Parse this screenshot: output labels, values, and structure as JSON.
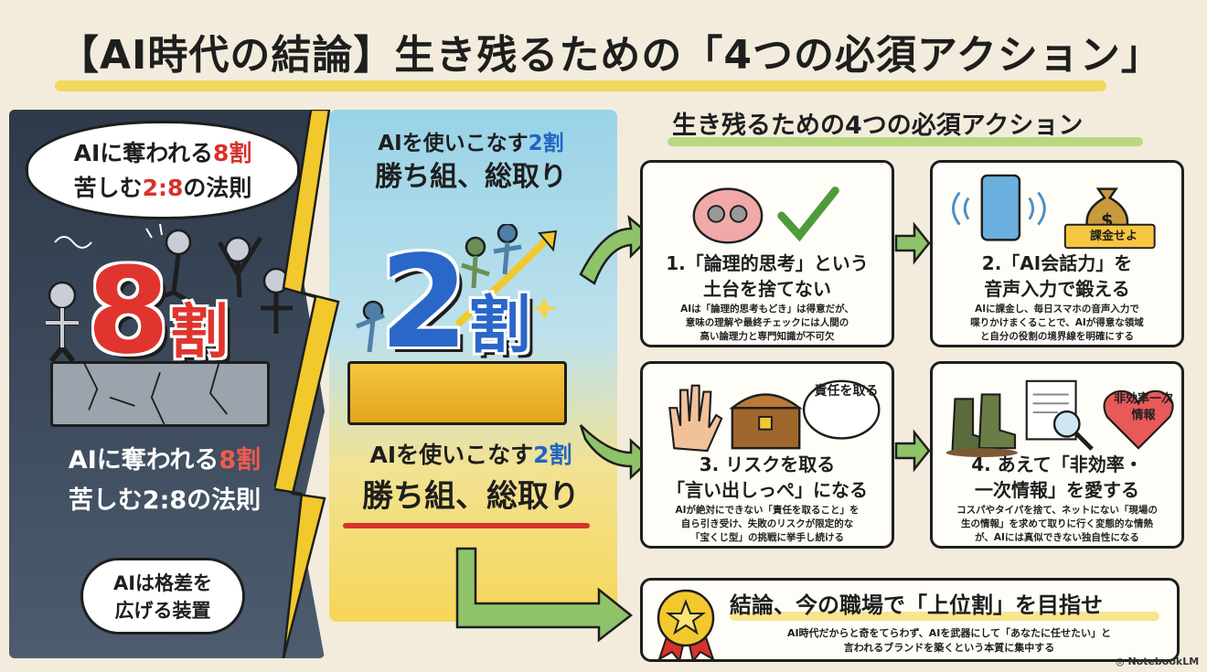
{
  "title": "【AI時代の結論】生き残るための「4つの必須アクション」",
  "left": {
    "bubble_line1_pre": "AIに奪われる",
    "bubble_line1_red": "8割",
    "bubble_line2_pre": "苦しむ",
    "bubble_line2_red": "2:8",
    "bubble_line2_post": "の法則",
    "big_number": "8",
    "big_unit": "割",
    "caption_line1_pre": "AIに奪われる",
    "caption_line1_red": "8割",
    "caption_line2": "苦しむ2:8の法則",
    "pill_line1": "AIは格差を",
    "pill_line2": "広げる装置"
  },
  "middle": {
    "top_line1_pre": "AIを使いこなす",
    "top_line1_blue": "2割",
    "top_line2": "勝ち組、総取り",
    "big_number": "2",
    "big_unit": "割",
    "caption_line1_pre": "AIを使いこなす",
    "caption_line1_blue": "2割",
    "caption_line2": "勝ち組、総取り"
  },
  "actions": {
    "heading": "生き残るための4つの必須アクション",
    "items": [
      {
        "title_line1": "1.「論理的思考」という",
        "title_line2": "土台を捨てない",
        "body": [
          "AIは「論理的思考もどき」は得意だが、",
          "意味の理解や最終チェックには人間の",
          "高い論理力と専門知識が不可欠"
        ]
      },
      {
        "title_line1": "2.「AI会話力」を",
        "title_line2": "音声入力で鍛える",
        "badge": "課金せよ",
        "body": [
          "AIに課金し、毎日スマホの音声入力で",
          "喋りかけまくることで、AIが得意な領域",
          "と自分の役割の境界線を明確にする"
        ]
      },
      {
        "title_line1": "3. リスクを取る",
        "title_line2": "「言い出しっぺ」になる",
        "badge": "責任を取る",
        "body": [
          "AIが絶対にできない「責任を取ること」を",
          "自ら引き受け、失敗のリスクが限定的な",
          "「宝くじ型」の挑戦に挙手し続ける"
        ]
      },
      {
        "title_line1": "4. あえて「非効率・",
        "title_line2": "一次情報」を愛する",
        "badge": "非効率一次情報",
        "body": [
          "コスパやタイパを捨て、ネットにない「現場の",
          "生の情報」を求めて取りに行く変態的な情熱",
          "が、AIには真似できない独自性になる"
        ]
      }
    ],
    "conclusion": {
      "title": "結論、今の職場で「上位割」を目指せ",
      "body": [
        "AI時代だからと奇をてらわず、AIを武器にして「あなたに任せたい」と",
        "言われるブランドを築くという本質に集中する"
      ]
    }
  },
  "brand": "NotebookLM",
  "colors": {
    "background": "#f3ecdc",
    "dark_panel": "#2e3a49",
    "red_accent": "#d7322b",
    "blue_accent": "#2066c4",
    "gold": "#f2d548",
    "arrow_green": "#8fc36a"
  },
  "icons": [
    "brain-gears-icon",
    "checkmark-icon",
    "smartphone-icon",
    "money-bag-icon",
    "hand-icon",
    "treasure-chest-icon",
    "boots-icon",
    "notes-magnifier-icon",
    "heart-icon",
    "award-medal-icon",
    "lightning-icon",
    "notebooklm-logo-icon"
  ]
}
